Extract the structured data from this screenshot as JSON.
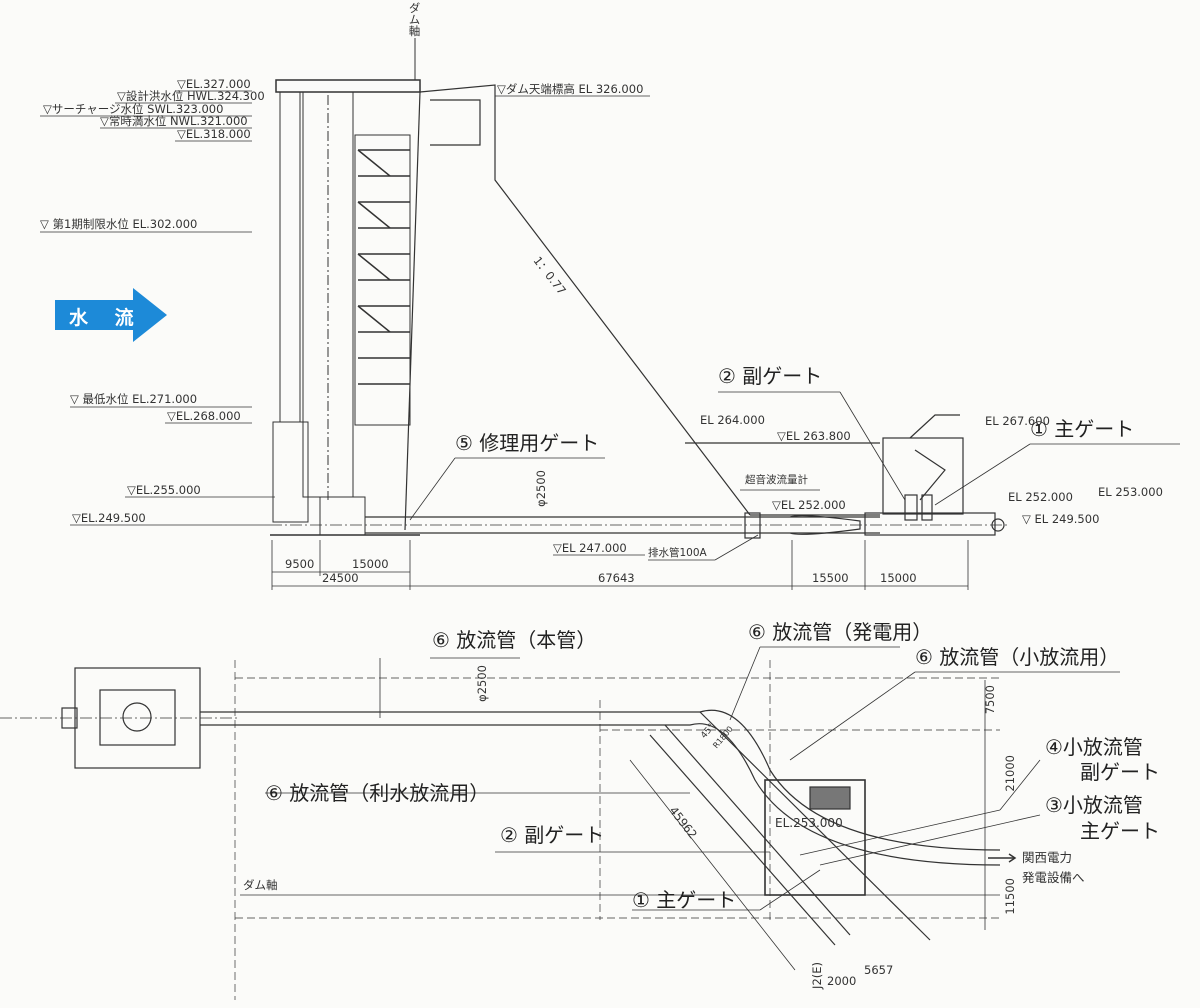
{
  "colors": {
    "flow_arrow": "#1d8ad8",
    "line": "#333333",
    "background": "#fbfbf9"
  },
  "section": {
    "dam_axis": "ダム軸",
    "levels": {
      "el327": "▽EL.327.000",
      "hwl": "▽設計洪水位 HWL.324.300",
      "swl": "▽サーチャージ水位 SWL.323.000",
      "nwl": "▽常時満水位 NWL.321.000",
      "el318": "▽EL.318.000",
      "first_limit": "▽  第1期制限水位 EL.302.000",
      "lowest": "▽  最低水位 EL.271.000",
      "el268": "▽EL.268.000",
      "el255": "▽EL.255.000",
      "el249_left": "▽EL.249.500",
      "crest": "▽ダム天端標高  EL  326.000",
      "el264": "EL  264.000",
      "el263": "▽EL  263.800",
      "el267": "EL 267.600",
      "el252_pipe": "▽EL  252.000",
      "el247": "▽EL  247.000",
      "el252_right": "EL 252.000",
      "el253_right": "EL 253.000",
      "el249_right": "▽  EL 249.500"
    },
    "flow_label": "水 流",
    "slope": "1：0.77",
    "pipe_dia": "φ2500",
    "flowmeter": "超音波流量計",
    "drain": "排水管100A",
    "callouts": {
      "repair_gate": "⑤ 修理用ゲート",
      "sub_gate": "② 副ゲート",
      "main_gate": "① 主ゲート"
    },
    "dims": {
      "d9500": "9500",
      "d15000a": "15000",
      "d24500": "24500",
      "d67643": "67643",
      "d15500": "15500",
      "d15000b": "15000"
    }
  },
  "plan": {
    "callouts": {
      "main_pipe": "⑥ 放流管（本管）",
      "power_pipe": "⑥ 放流管（発電用）",
      "small_pipe": "⑥ 放流管（小放流用）",
      "water_use_pipe": "⑥ 放流管（利水放流用）",
      "small_sub_gate_1": "④小放流管",
      "small_sub_gate_2": "副ゲート",
      "small_main_gate_1": "③小放流管",
      "small_main_gate_2": "主ゲート",
      "sub_gate": "② 副ゲート",
      "main_gate": "① 主ゲート"
    },
    "kansai_1": "関西電力",
    "kansai_2": "発電設備へ",
    "dam_axis": "ダム軸",
    "pipe_dia": "φ2500",
    "el253": "EL.253.000",
    "d45962": "45962",
    "d7500": "7500",
    "d21000": "21000",
    "d11500": "11500",
    "j2": "J2(E)",
    "d2000": "2000",
    "d5657": "5657",
    "angle": "45°",
    "radius": "R1800"
  }
}
